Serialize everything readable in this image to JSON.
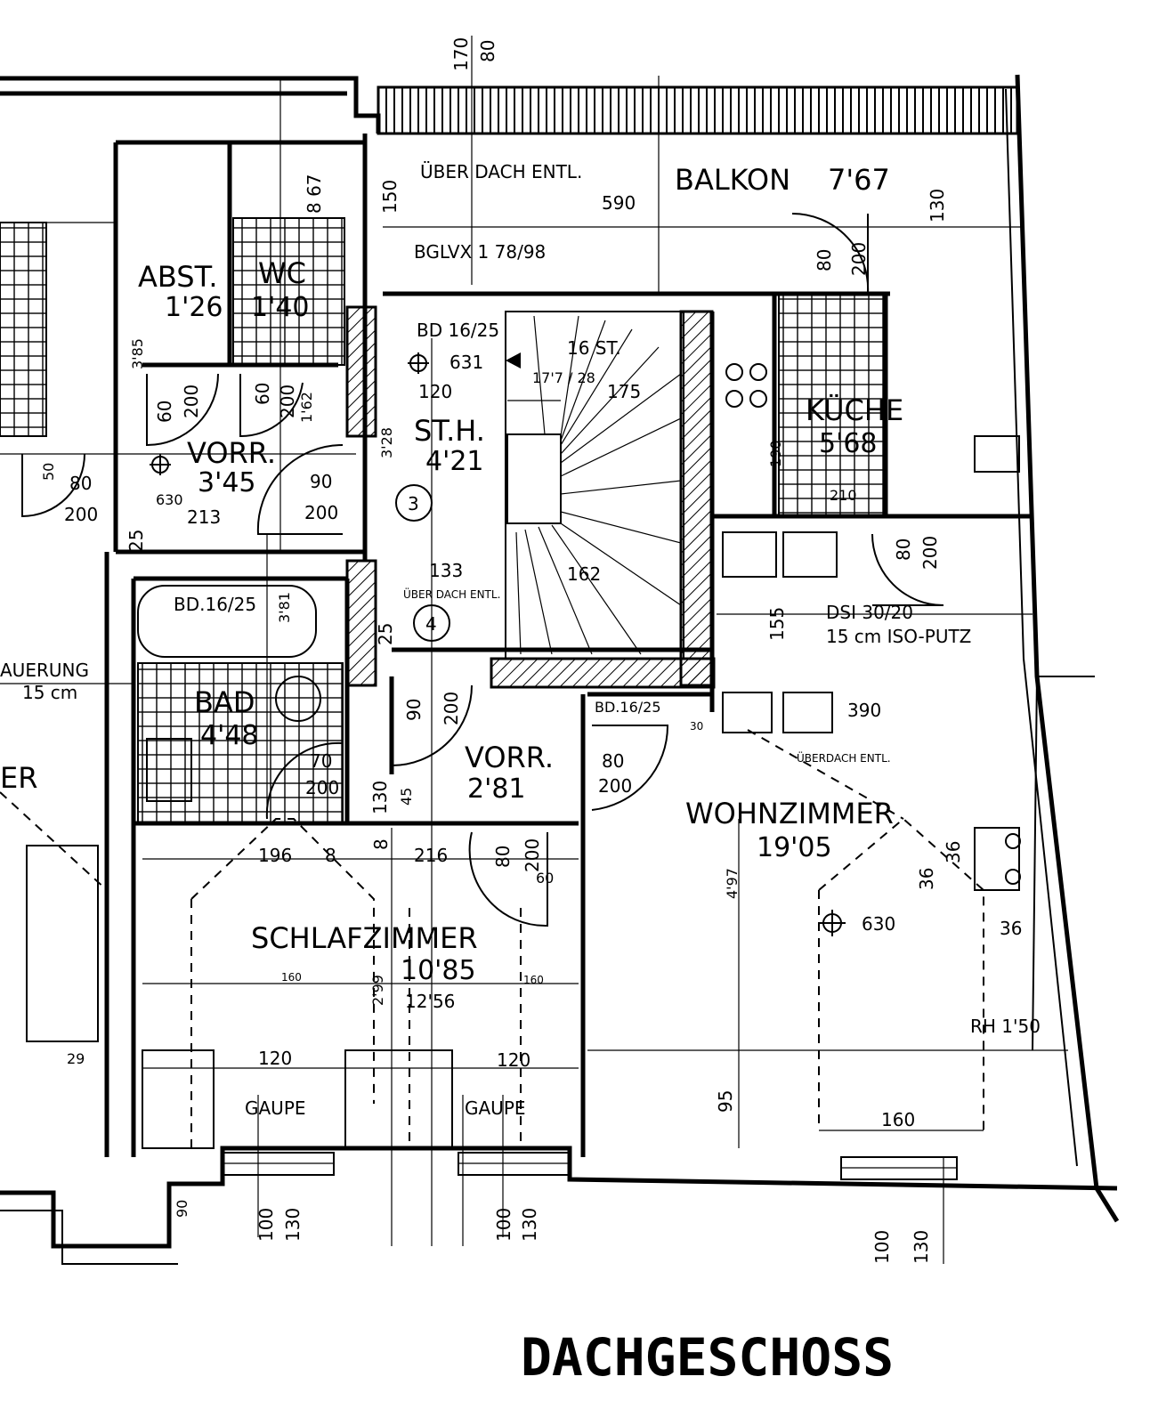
{
  "plan_title": "DACHGESCHOSS",
  "rooms": {
    "balkon": {
      "name": "BALKON",
      "area": "7'67"
    },
    "abst": {
      "name": "ABST.",
      "area": "1'26"
    },
    "wc": {
      "name": "WC",
      "area": "1'40"
    },
    "vorr_top": {
      "name": "VORR.",
      "area": "3'45"
    },
    "sth": {
      "name": "ST.H.",
      "area": "4'21"
    },
    "kueche": {
      "name": "KÜCHE",
      "area": "5'68"
    },
    "bad": {
      "name": "BAD",
      "area": "4'48"
    },
    "vorr_mid": {
      "name": "VORR.",
      "area": "2'81"
    },
    "wohnzimmer": {
      "name": "WOHNZIMMER",
      "area": "19'05"
    },
    "schlafzimmer": {
      "name": "SCHLAFZIMMER",
      "area": "10'85",
      "area2": "12'56"
    }
  },
  "notes": {
    "ueber_dach_entl": "ÜBER DACH ENTL.",
    "ueber_dach_entl_small": "ÜBER DACH ENTL.",
    "ueber_dach_entl_right": "ÜBERDACH ENTL.",
    "bglvx": "BGLVX 1 78/98",
    "bd_top": "BD 16/25",
    "bd_bad": "BD.16/25",
    "bd_mid": "BD.16/25",
    "stairs": "16 ST.",
    "stairs_rise": "17'7 / 28",
    "dsi": "DSI 30/20",
    "iso": "15 cm ISO-PUTZ",
    "rh": "RH 1'50",
    "gaupe_left": "GAUPE",
    "gaupe_right": "GAUPE",
    "mauerung": "AUERUNG",
    "mauerung_cm": "15 cm",
    "er": "ER",
    "marker3": "3",
    "marker4": "4"
  },
  "dimensions": {
    "d170": "170",
    "d80top": "80",
    "d590": "590",
    "d130r": "130",
    "d150": "150",
    "d8067": "8 67",
    "d80k": "80",
    "d200k": "200",
    "d631": "631",
    "d120": "120",
    "d175": "175",
    "d385": "3'85",
    "d60a": "60",
    "d200a": "200",
    "d60b": "60",
    "d200b": "200",
    "d162a": "1'62",
    "d80l": "80",
    "d200l": "200",
    "d50": "50",
    "d630l": "630",
    "d213": "213",
    "d90": "90",
    "d200m": "200",
    "d328": "3'28",
    "d25": "25",
    "d133": "133",
    "d162": "162",
    "d190": "190",
    "d210": "210",
    "d80r": "80",
    "d200r": "200",
    "d155": "155",
    "d381": "3'81",
    "d25b": "25",
    "d90v": "90",
    "d200v": "200",
    "d390": "390",
    "d70": "70",
    "d200bad": "200",
    "d130m": "130",
    "d45": "45",
    "d80v2": "80",
    "d200v2": "200",
    "d196": "196",
    "d8a": "8",
    "d8b": "8",
    "d216": "216",
    "d80s": "80",
    "d200s": "200",
    "d60s": "60",
    "d497": "4'97",
    "d36a": "36",
    "d36b": "36",
    "d630w": "630",
    "d36c": "36",
    "d160a": "160",
    "d299": "2'99",
    "d160b": "160",
    "d120a": "120",
    "d120b": "120",
    "d29": "29",
    "d95": "95",
    "d160w": "160",
    "d90b": "90",
    "d100a": "100",
    "d130a": "130",
    "d100b": "100",
    "d130b": "130",
    "d100c": "100",
    "d130c": "130",
    "d30": "30"
  }
}
